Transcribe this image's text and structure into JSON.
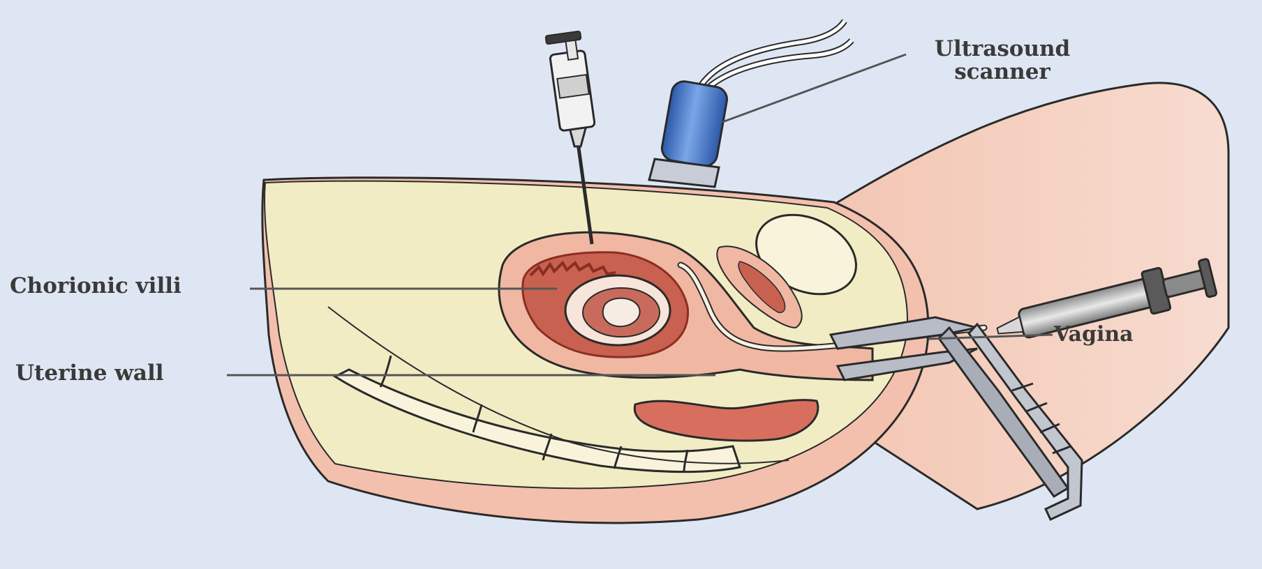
{
  "labels": {
    "chorionic_villi": "Chorionic villi",
    "uterine_wall": "Uterine wall",
    "ultrasound_line1": "Ultrasound",
    "ultrasound_line2": "scanner",
    "vagina": "Vagina"
  },
  "colors": {
    "background": "#dfe6f3",
    "body_tissue": "#f2ecc4",
    "skin": "#f3c0ae",
    "uterus": "#f0b7a3",
    "villi": "#c8614f",
    "leader_line": "#555555",
    "scanner_blue": "#3b6fc4"
  },
  "icons": [
    "syringe-icon",
    "ultrasound-probe-icon",
    "speculum-icon",
    "catheter-icon"
  ]
}
